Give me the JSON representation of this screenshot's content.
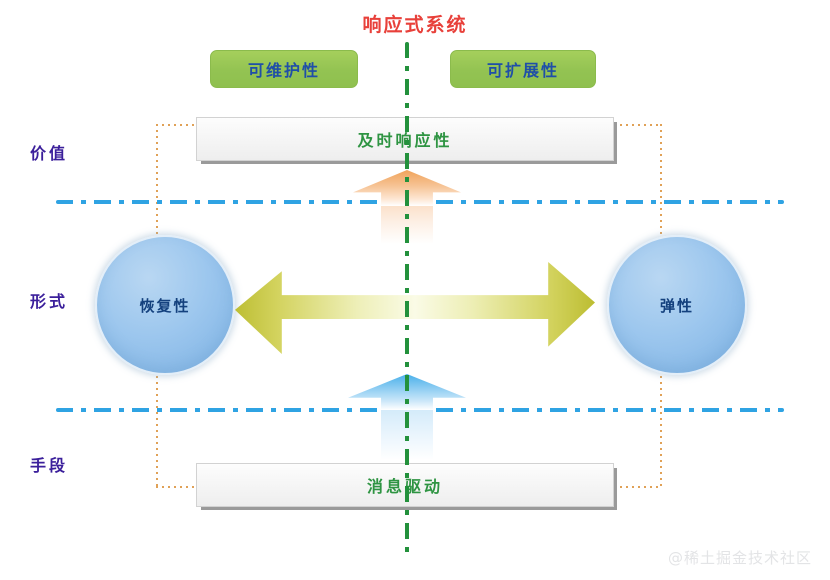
{
  "diagram": {
    "title": "响应式系统",
    "title_color": "#e8403a",
    "watermark": "@稀土掘金技术社区",
    "pills": [
      {
        "id": "maintainability",
        "label": "可维护性"
      },
      {
        "id": "extensibility",
        "label": "可扩展性"
      }
    ],
    "bars": [
      {
        "id": "responsive",
        "label": "及时响应性"
      },
      {
        "id": "message-driven",
        "label": "消息驱动"
      }
    ],
    "circles": [
      {
        "id": "resilient",
        "label": "恢复性"
      },
      {
        "id": "elastic",
        "label": "弹性"
      }
    ],
    "axis_labels": [
      {
        "id": "value",
        "label": "价值"
      },
      {
        "id": "form",
        "label": "形式"
      },
      {
        "id": "means",
        "label": "手段"
      }
    ],
    "colors": {
      "pill_fill": "#93c352",
      "pill_text": "#1f4fa8",
      "bar_text": "#2e9442",
      "circle_fill": "#9dc7ee",
      "circle_text": "#14417e",
      "axis_label_text": "#3b1f9b",
      "divider_blue": "#2fa3e3",
      "divider_green": "#23913c",
      "connector_orange": "#e0a157",
      "arrow_orange": "#f0a35a",
      "arrow_blue": "#49b0ea",
      "arrow_olive": "#bdbe33",
      "watermark": "#e3e4e6"
    },
    "connectors": [
      {
        "id": "up-arrow-orange",
        "direction": "up",
        "from": "resilient-elastic-axis",
        "to": "responsive"
      },
      {
        "id": "up-arrow-blue",
        "direction": "up",
        "from": "message-driven",
        "to": "resilient-elastic-axis"
      },
      {
        "id": "double-arrow-olive",
        "direction": "both",
        "from": "resilient",
        "to": "elastic"
      }
    ]
  }
}
